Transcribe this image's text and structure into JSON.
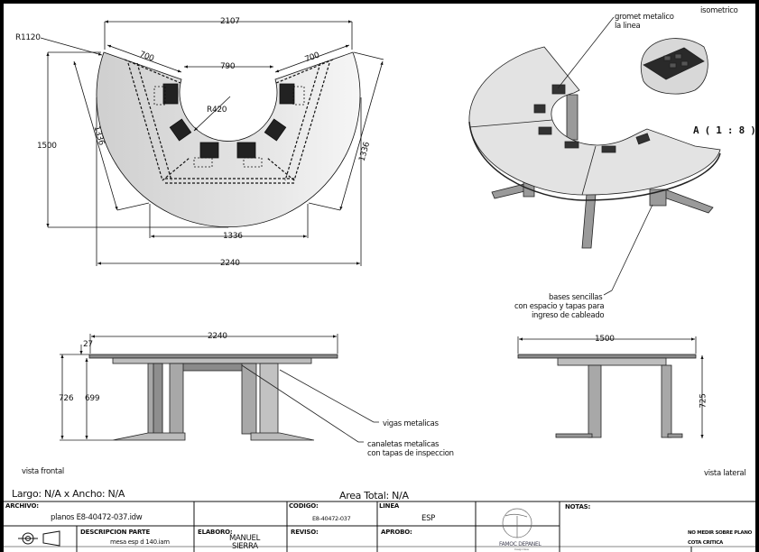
{
  "top_view": {
    "dims": {
      "overall_top": "2107",
      "left_seg": "700",
      "right_seg": "700",
      "inner_opening": "790",
      "radius_outer": "R1120",
      "radius_inner": "R420",
      "height": "1500",
      "left_side": "1336",
      "right_side": "1336",
      "bottom_chord": "1336",
      "overall_width": "2240"
    }
  },
  "iso_view": {
    "title": "isometrico",
    "callout_gromet": "gromet metalico\nla linea",
    "callout_gromet_l1": "gromet metalico",
    "callout_gromet_l2": "la linea",
    "detail_label": "A ( 1 : 8 )",
    "callout_bases_l1": "bases sencillas",
    "callout_bases_l2": "con espacio y tapas para",
    "callout_bases_l3": "ingreso de cableado"
  },
  "front_view": {
    "title": "vista frontal",
    "dims": {
      "width": "2240",
      "top_thickness": "27",
      "total_height": "726",
      "leg_height": "699"
    },
    "callout_vigas": "vigas metalicas",
    "callout_canaletas_l1": "canaletas metalicas",
    "callout_canaletas_l2": "con tapas de inspeccion"
  },
  "side_view": {
    "title": "vista lateral",
    "dims": {
      "width": "1500",
      "height": "725"
    }
  },
  "summary": {
    "size": "Largo: N/A x Ancho: N/A",
    "area": "Area Total: N/A"
  },
  "title_block": {
    "archivo_label": "ARCHIVO:",
    "archivo_value": "planos E8-40472-037.idw",
    "codigo_label": "CODIGO:",
    "codigo_value": "E8-40472-037",
    "linea_label": "LINEA",
    "linea_value": "ESP",
    "descripcion_label": "DESCRIPCION PARTE",
    "descripcion_value": "mesa esp d 140.iam",
    "elaboro_label": "ELABORO:",
    "elaboro_value_l1": "MANUEL",
    "elaboro_value_l2": "SIERRA",
    "reviso_label": "REVISO:",
    "aprobo_label": "APROBO:",
    "notas_label": "NOTAS:",
    "note_no_medir": "NO MEDIR SOBRE PLANO",
    "note_cota": "COTA CRITICA",
    "logo_text": "FAMOC DEPANEL",
    "logo_tagline": "Design Ideas"
  }
}
